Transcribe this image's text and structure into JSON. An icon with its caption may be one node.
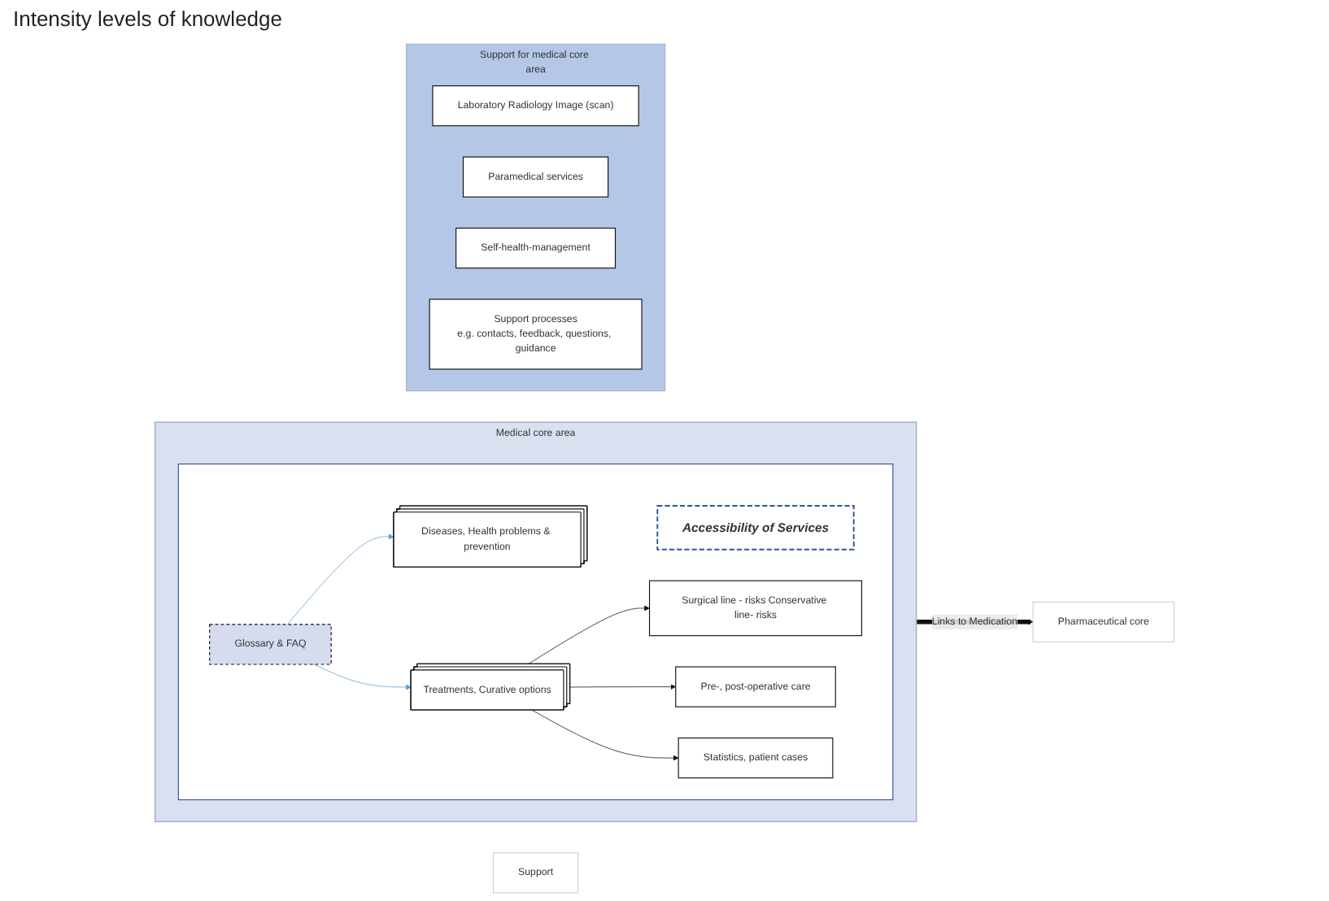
{
  "diagram": {
    "nodes": [
      {
        "text": [
          "Medical core area"
        ]
      },
      {
        "text": [],
        "shape": "box",
        "in": 0
      },
      {
        "text": [
          "Accessibility of Services"
        ],
        "in": 1
      },
      {
        "text": [
          "Glossary & FAQ"
        ],
        "in": 1
      },
      {
        "text": [
          "Diseases, Health problems & prevention"
        ],
        "in": 1
      },
      {
        "text": [
          "Treatments, Curative options"
        ],
        "in": 1
      },
      {
        "text": [
          "Surgical line - risks Conservative line- risks"
        ],
        "in": 1
      },
      {
        "text": [
          "Pre-, post-operative care"
        ],
        "in": 1
      },
      {
        "text": [
          "Statistics, patient cases"
        ],
        "in": 1
      },
      {
        "text": [
          "Pharmaceutical core"
        ]
      },
      {
        "text": [
          "Support for medical core area"
        ]
      },
      {
        "text": [
          "Laboratory Radiology Image (scan)"
        ],
        "in": 10
      },
      {
        "text": [
          "Paramedical services"
        ],
        "in": 10
      },
      {
        "text": [
          "Self-health-management"
        ],
        "in": 10
      },
      {
        "text": [
          "Support processes",
          "e.g. contacts, feedback, questions, guidance"
        ],
        "in": 10
      },
      {
        "text": [
          "Support"
        ]
      }
    ],
    "edges": [
      {
        "from": 3,
        "to": 4,
        "arrow": "to",
        "color": "#5b9bd5"
      },
      {
        "from": 3,
        "to": 5,
        "arrow": "to",
        "color": "#5b9bd5"
      },
      {
        "from": 5,
        "to": 6,
        "arrow": "to"
      },
      {
        "from": 5,
        "to": 7,
        "arrow": "to"
      },
      {
        "from": 5,
        "to": 8,
        "arrow": "to"
      },
      {
        "from": 0,
        "to": 9,
        "arrow": "to",
        "label": "Links to Medication",
        "style": "thick"
      }
    ],
    "labels": [
      "Intensity levels of knowledge"
    ]
  }
}
